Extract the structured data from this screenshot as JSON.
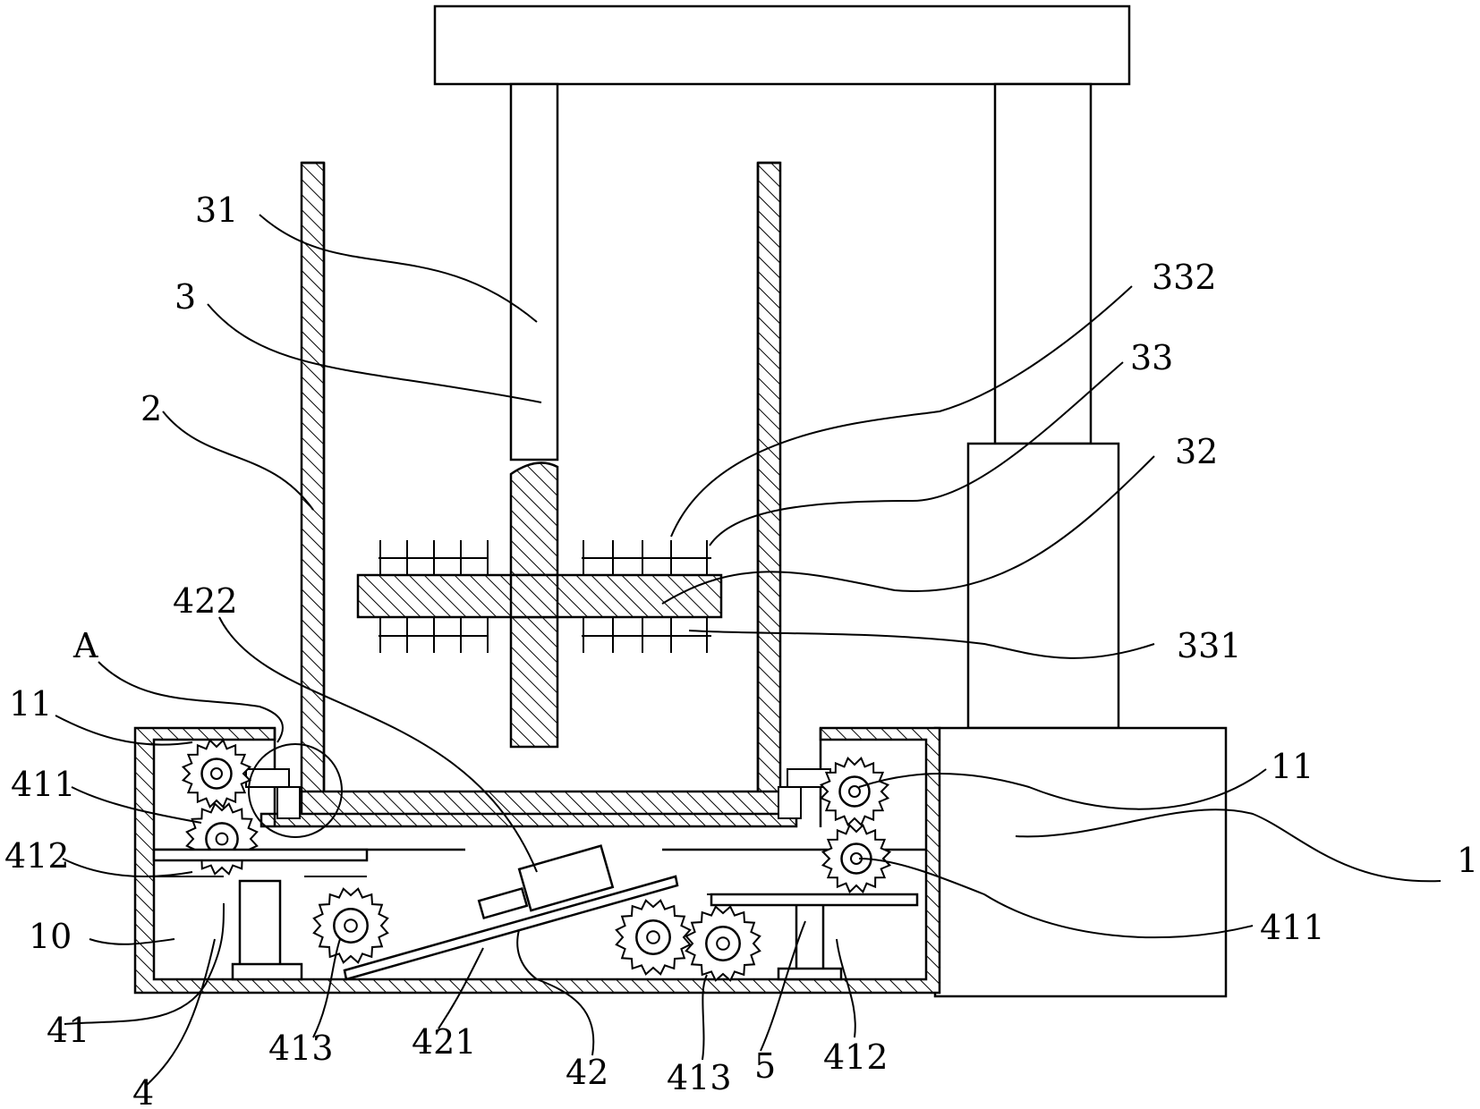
{
  "figure": {
    "labels": {
      "l31": "31",
      "l3": "3",
      "l2": "2",
      "l332": "332",
      "l33": "33",
      "l32": "32",
      "l331": "331",
      "l422": "422",
      "lA": "A",
      "l11_left": "11",
      "l411_left": "411",
      "l412_left": "412",
      "l10": "10",
      "l41": "41",
      "l4": "4",
      "l413_left": "413",
      "l421": "421",
      "l42": "42",
      "l413_right": "413",
      "l5": "5",
      "l412_right": "412",
      "l411_right": "411",
      "l11_right": "11",
      "l1": "1"
    }
  }
}
